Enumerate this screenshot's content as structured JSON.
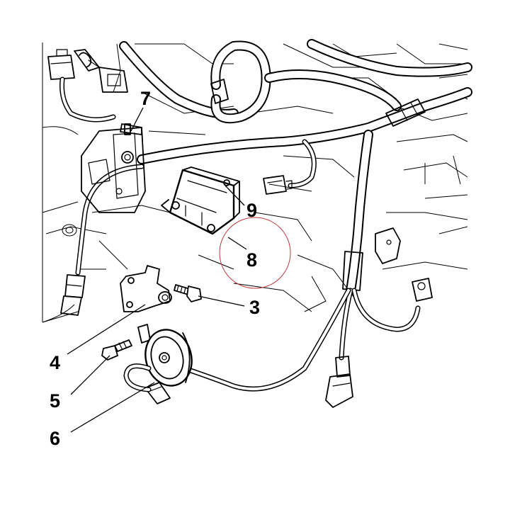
{
  "callouts": {
    "c3": "3",
    "c4": "4",
    "c5": "5",
    "c6": "6",
    "c7": "7",
    "c8": "8",
    "c9": "9"
  },
  "colors": {
    "ink": "#000000",
    "background": "#ffffff",
    "highlight_circle": "#c0393b"
  }
}
